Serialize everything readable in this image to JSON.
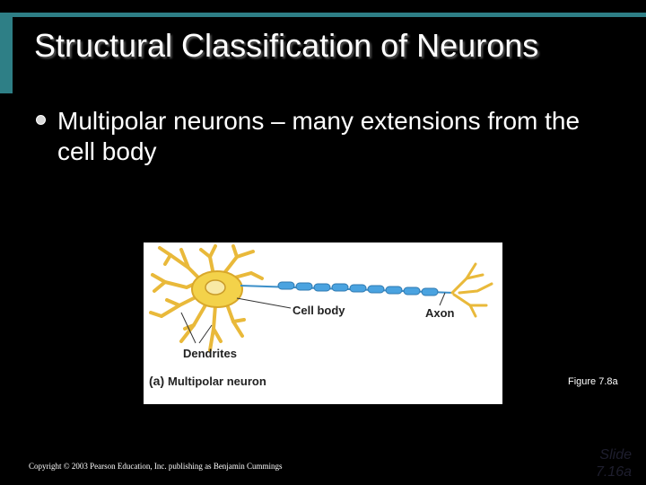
{
  "title": "Structural Classification of Neurons",
  "bullet": {
    "icon": "bullet-dot-icon",
    "text": "Multipolar neurons – many extensions from the cell body"
  },
  "figure": {
    "labels": {
      "cell_body": "Cell body",
      "axon": "Axon",
      "dendrites": "Dendrites",
      "caption_letter": "(a)",
      "caption_text": "Multipolar neuron"
    },
    "number": "Figure 7.8a"
  },
  "footer": {
    "copyright": "Copyright © 2003 Pearson Education, Inc. publishing as Benjamin Cummings",
    "slide": "Slide 7.16a"
  },
  "colors": {
    "accent": "#2e7f86",
    "background": "#000000",
    "text": "#ffffff",
    "cell_body": "#f3d24a",
    "axon": "#4aa3e0"
  }
}
